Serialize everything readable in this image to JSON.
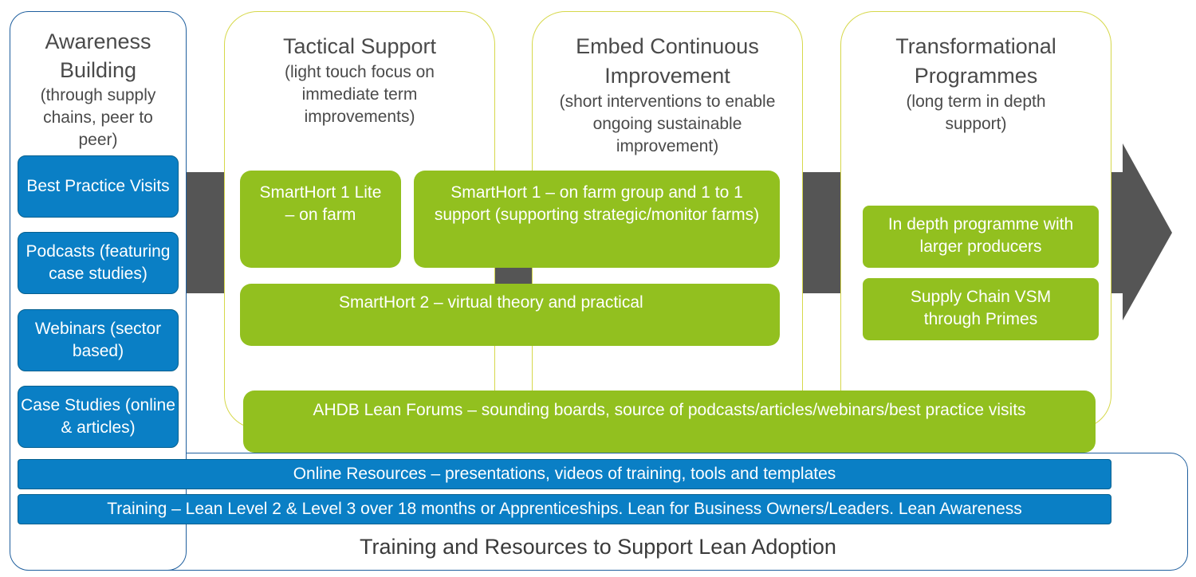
{
  "colors": {
    "blue_box": "#0a7fc5",
    "green_box": "#92c01f",
    "column_border": "#d6d84a",
    "arrow": "#555555",
    "outline_blue": "#1f5f9e"
  },
  "awareness": {
    "title": "Awareness Building",
    "subtitle": "(through supply chains, peer to peer)",
    "items": [
      "Best Practice Visits",
      "Podcasts (featuring case studies)",
      "Webinars (sector based)",
      "Case Studies (online & articles)"
    ]
  },
  "tactical": {
    "title": "Tactical Support",
    "subtitle": "(light touch focus on immediate term improvements)"
  },
  "embed": {
    "title": "Embed Continuous Improvement",
    "subtitle": "(short interventions to enable ongoing sustainable improvement)"
  },
  "transformational": {
    "title": "Transformational Programmes",
    "subtitle": "(long term in depth support)"
  },
  "green_boxes": {
    "smarthort1_lite": "SmartHort 1 Lite – on farm",
    "smarthort1_group": "SmartHort 1 – on farm group and 1 to 1 support (supporting strategic/monitor farms)",
    "smarthort2": "SmartHort 2 – virtual theory and practical",
    "in_depth": "In depth programme with larger producers",
    "supply_chain": "Supply Chain VSM through Primes",
    "lean_forums": "AHDB Lean Forums – sounding boards, source of podcasts/articles/webinars/best practice visits"
  },
  "resources": {
    "online": "Online Resources – presentations, videos of training, tools and templates",
    "training": "Training – Lean Level 2 & Level 3 over 18 months or Apprenticeships. Lean for Business Owners/Leaders. Lean Awareness",
    "footer_title": "Training and Resources to Support Lean Adoption"
  }
}
